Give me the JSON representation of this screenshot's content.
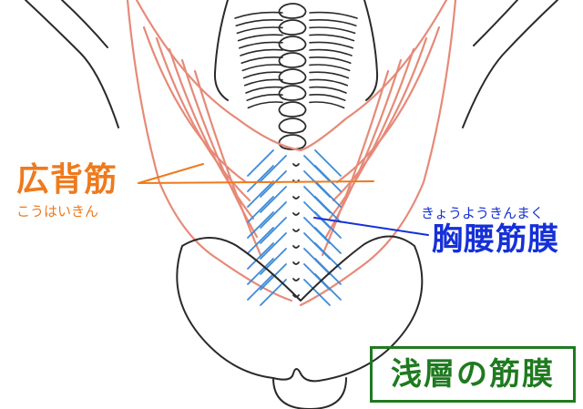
{
  "labels": {
    "latissimus": {
      "name": "広背筋",
      "reading": "こうはいきん"
    },
    "fascia": {
      "name": "胸腰筋膜",
      "reading": "きょうようきんまく"
    },
    "badge": "浅層の筋膜"
  },
  "colors": {
    "outline": "#2a2a2a",
    "muscle": "#e68a78",
    "fascia_lines": "#3d8ad6",
    "latissimus_label": "#ee7a1e",
    "fascia_label": "#1530d8",
    "badge": "#1f7a1f",
    "background": "#ffffff"
  }
}
